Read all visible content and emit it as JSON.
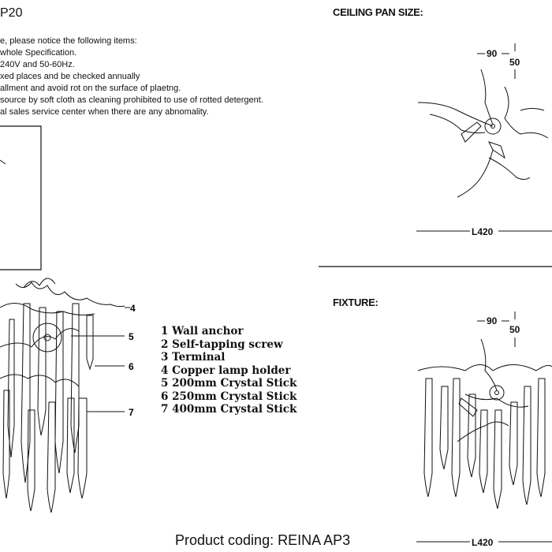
{
  "title": "P20",
  "notes": [
    "e, please notice the following items:",
    "whole Specification.",
    "240V and 50-60Hz.",
    "xed places and be checked annually",
    "allment and avoid rot on the surface of plaetng.",
    "source by soft cloth as cleaning prohibited to use of rotted detergent.",
    "al sales service center when there are any abnomality."
  ],
  "ceiling_pan_heading": "CEILING PAN SIZE:",
  "fixture_heading": "FIXTURE:",
  "dimensions": {
    "d90": "90",
    "d50": "50",
    "l420": "L420"
  },
  "callouts": [
    "4",
    "5",
    "6",
    "7"
  ],
  "parts": [
    "1 Wall anchor",
    "2 Self-tapping screw",
    "3 Terminal",
    "4  Copper lamp holder",
    "5 200mm Crystal Stick",
    "6 250mm Crystal Stick",
    "7 400mm Crystal Stick"
  ],
  "product_coding": "Product coding: REINA AP3"
}
